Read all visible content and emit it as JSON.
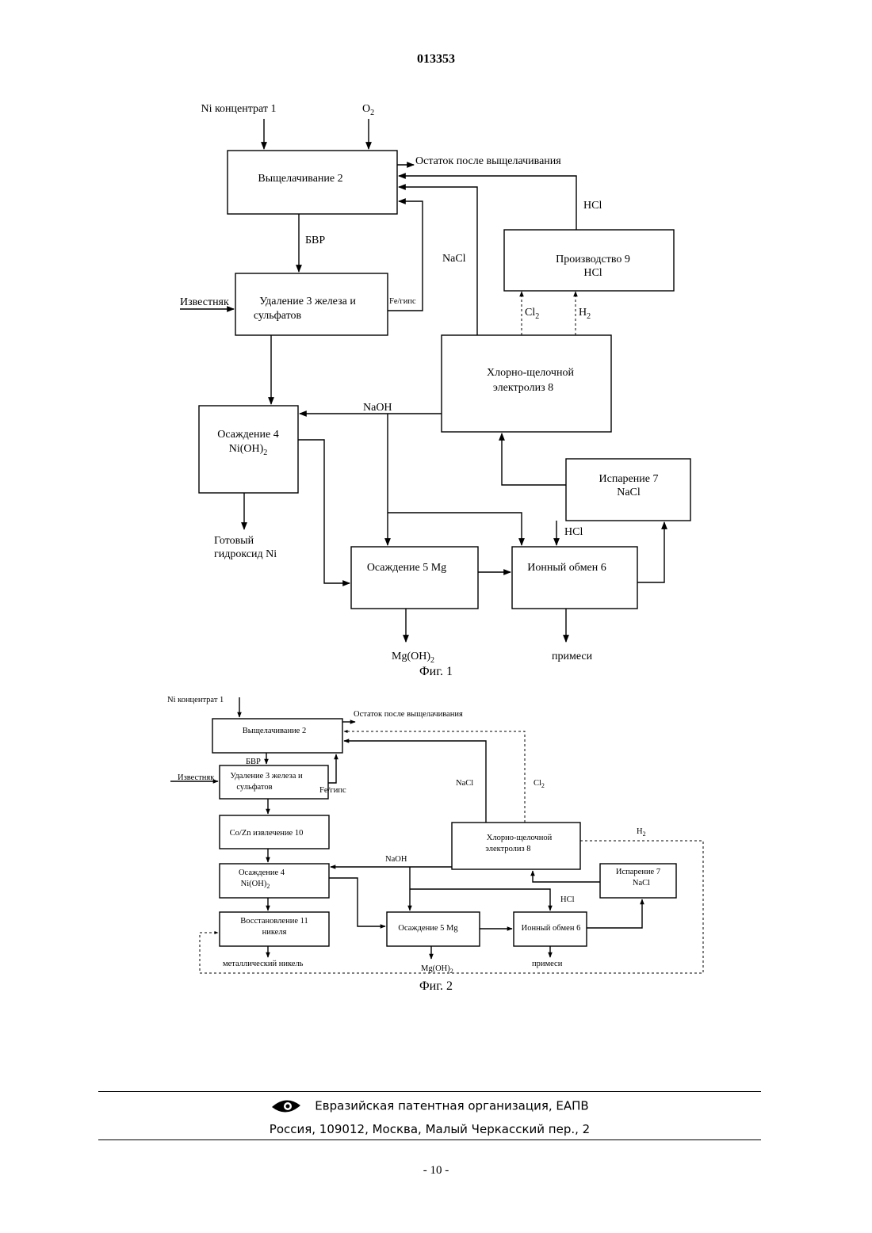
{
  "header": {
    "doc_number": "013353"
  },
  "fig1": {
    "caption": "Фиг. 1",
    "inputs": {
      "ni_concentrate": "Ni концентрат 1",
      "oxygen": "O",
      "oxygen_sub": "2",
      "limestone": "Известняк",
      "hcl_in": "HCl"
    },
    "boxes": {
      "leaching": "Выщелачивание 2",
      "iron_removal_1": "Удаление 3 железа и",
      "iron_removal_2": "сульфатов",
      "ni_precip_1": "Осаждение 4",
      "ni_precip_2a": "Ni(OH)",
      "ni_precip_2sub": "2",
      "mg_precip": "Осаждение 5 Mg",
      "ion_exchange": "Ионный обмен 6",
      "evaporation_1": "Испарение 7",
      "evaporation_2": "NaCl",
      "chlor_alkali_1": "Хлорно-щелочной",
      "chlor_alkali_2": "электролиз 8",
      "hcl_prod_1": "Производство 9",
      "hcl_prod_2": "HCl"
    },
    "flows": {
      "leach_residue": "Остаток после выщелачивания",
      "pls": "БВР",
      "fe_gypsum": "Fe/гипс",
      "nacl": "NaCl",
      "hcl": "HCl",
      "cl2": "Cl",
      "cl2_sub": "2",
      "h2": "H",
      "h2_sub": "2",
      "naoh": "NaOH"
    },
    "outputs": {
      "product_1": "Готовый",
      "product_2": "гидроксид Ni",
      "mgoh_a": "Mg(OH)",
      "mgoh_sub": "2",
      "impurities": "примеси"
    }
  },
  "fig2": {
    "caption": "Фиг. 2",
    "inputs": {
      "ni_concentrate": "Ni концентрат 1",
      "limestone": "Известняк",
      "hcl_in": "HCl"
    },
    "boxes": {
      "leaching": "Выщелачивание 2",
      "iron_removal_1": "Удаление 3 железа и",
      "iron_removal_2": "сульфатов",
      "co_zn": "Co/Zn извлечение 10",
      "ni_precip_1": "Осаждение 4",
      "ni_precip_2a": "Ni(OH)",
      "ni_precip_2sub": "2",
      "reduction_1": "Восстановление 11",
      "reduction_2": "никеля",
      "mg_precip": "Осаждение 5 Mg",
      "ion_exchange": "Ионный обмен 6",
      "evaporation_1": "Испарение 7",
      "evaporation_2": "NaCl",
      "chlor_alkali_1": "Хлорно-щелочной",
      "chlor_alkali_2": "электролиз 8"
    },
    "flows": {
      "leach_residue": "Остаток после выщелачивания",
      "pls": "БВР",
      "fe_gypsum": "Fe/гипс",
      "nacl": "NaCl",
      "cl2": "Cl",
      "cl2_sub": "2",
      "h2": "H",
      "h2_sub": "2",
      "naoh": "NaOH"
    },
    "outputs": {
      "metallic_nickel": "металлический никель",
      "mgoh_a": "Mg(OH)",
      "mgoh_sub": "2",
      "impurities": "примеси"
    }
  },
  "footer": {
    "organization": "Евразийская патентная организация, ЕАПВ",
    "address": "Россия, 109012, Москва, Малый Черкасский пер., 2",
    "page_number": "- 10 -",
    "logo_icon": "eapo-eye-logo-icon"
  }
}
